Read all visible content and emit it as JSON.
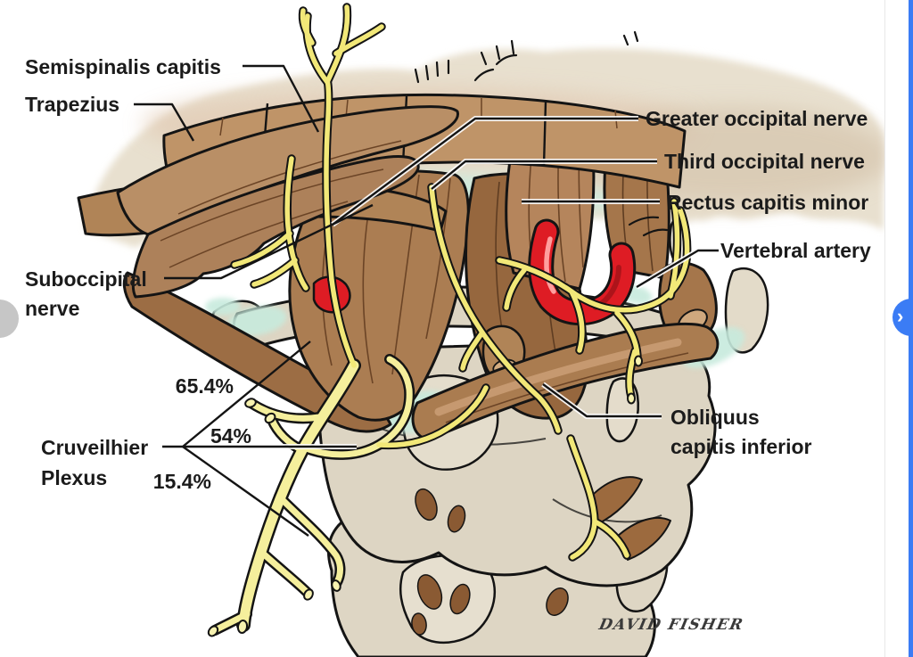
{
  "viewer": {
    "prev_button": {
      "icon": "chevron-left-icon",
      "glyph": "",
      "color": "#c6c6c6",
      "state": "disabled"
    },
    "next_button": {
      "icon": "chevron-right-icon",
      "glyph": "›",
      "color": "#3b7cf5",
      "state": "enabled"
    },
    "right_edge_color": "#3b7cf5"
  },
  "figure": {
    "signature": "DAVID FISHER",
    "labels": {
      "semispinalis": "Semispinalis capitis",
      "trapezius": "Trapezius",
      "greater_occipital": "Greater occipital nerve",
      "third_occipital": "Third occipital nerve",
      "rectus_minor": "Rectus capitis minor",
      "vertebral_artery": "Vertebral artery",
      "suboccipital_1": "Suboccipital",
      "suboccipital_2": "nerve",
      "obliquus_1": "Obliquus",
      "obliquus_2": "capitis inferior",
      "cruveilhier_1": "Cruveilhier",
      "cruveilhier_2": "Plexus",
      "pct_65": "65.4%",
      "pct_54": "54%",
      "pct_15": "15.4%"
    },
    "colors": {
      "muscle": "#ab7d52",
      "muscle_dark": "#96673e",
      "muscle_light": "#bf9468",
      "bone": "#ddd5c3",
      "fascia_teal": "#c7eadd",
      "nerve_yellow": "#f2e878",
      "artery_red": "#de1c24",
      "outline": "#141414",
      "label_text": "#1b1b1b"
    }
  }
}
